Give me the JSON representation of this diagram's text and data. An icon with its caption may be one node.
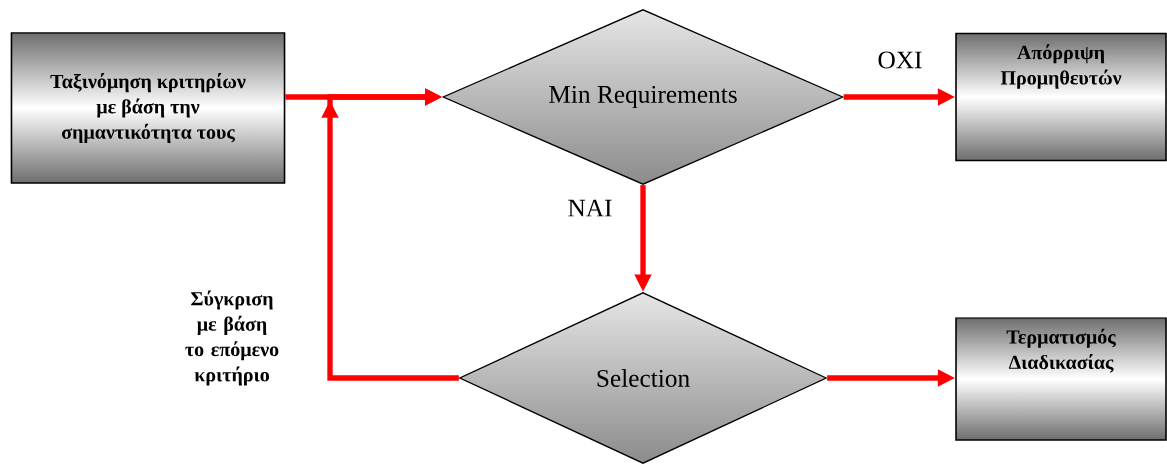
{
  "diagram": {
    "nodes": [
      {
        "text": [
          "Ταξινόμηση κριτηρίων με βάση την σημαντικότητα τους"
        ]
      },
      {
        "text": [
          "Min Requirements"
        ]
      },
      {
        "text": [
          "Απόρριψη Προμηθευτών"
        ]
      },
      {
        "text": [
          "Selection"
        ]
      },
      {
        "text": [
          "Τερματισμός Διαδικασίας"
        ]
      }
    ],
    "edges": [
      {
        "from": 0,
        "to": 1,
        "arrow": "to"
      },
      {
        "from": 1,
        "to": 2,
        "arrow": "to",
        "label": "ΟΧΙ"
      },
      {
        "from": 1,
        "to": 3,
        "arrow": "to",
        "label": "ΝΑΙ"
      },
      {
        "from": 3,
        "to": 4,
        "arrow": "to"
      },
      {
        "from": 3,
        "to": 1,
        "arrow": "to",
        "label": "Σύγκριση με βάση το επόμενο κριτήριο"
      }
    ]
  }
}
